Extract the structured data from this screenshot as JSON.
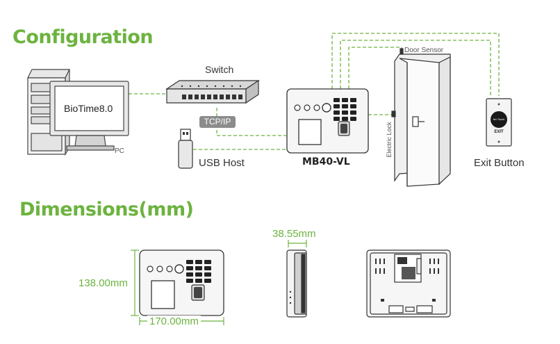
{
  "sections": {
    "configuration_title": "Configuration",
    "dimensions_title": "Dimensions(mm)"
  },
  "config": {
    "monitor_text": "BioTime8.0",
    "pc_label": "PC",
    "switch_label": "Switch",
    "tcpip_label": "TCP/IP",
    "usb_label": "USB Host",
    "device_label": "MB40-VL",
    "door_sensor_label": "Door Sensor",
    "electric_lock_label": "Electric Lock",
    "exit_button_label": "Exit Button",
    "exit_face_text": "EXIT",
    "exit_brand_text": "No Touch"
  },
  "dimensions": {
    "height": "138.00mm",
    "width": "170.00mm",
    "depth": "38.55mm"
  },
  "colors": {
    "accent_green": "#6cb33f",
    "line_gray": "#444444",
    "badge_gray": "#8c8c8c"
  }
}
